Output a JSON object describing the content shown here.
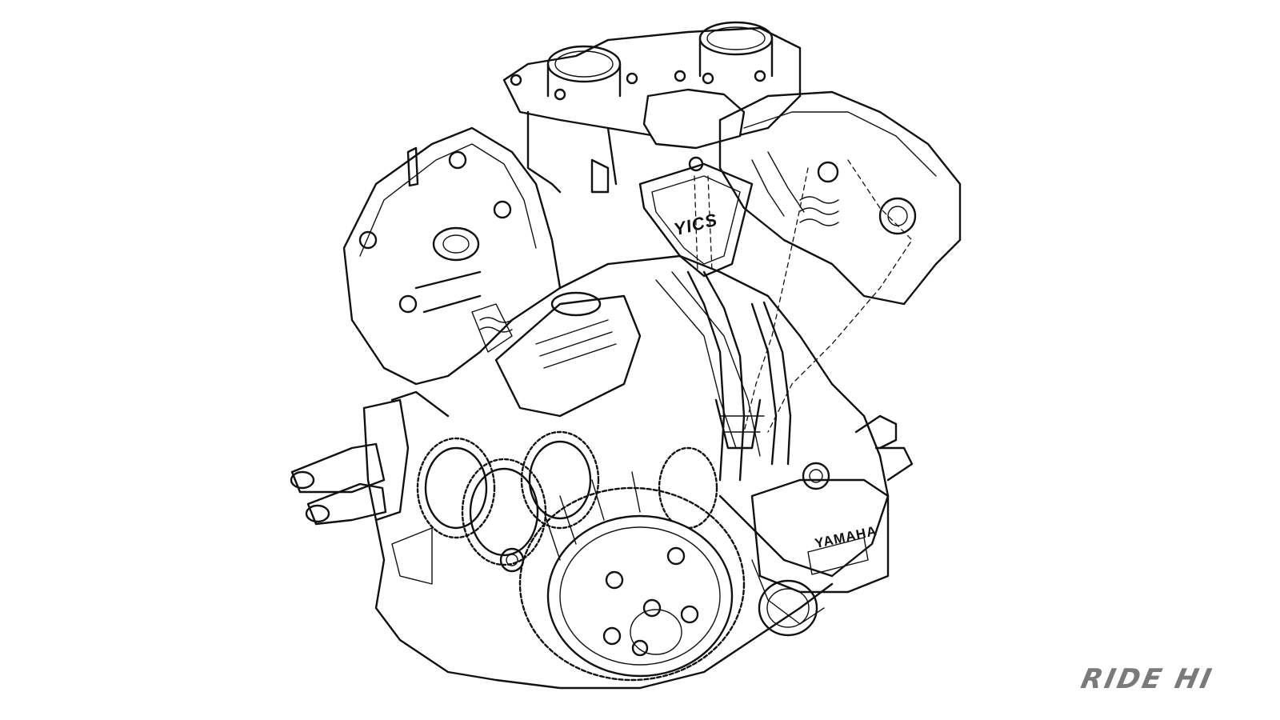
{
  "figure": {
    "subject": "Yamaha V-twin engine cutaway line illustration",
    "labels": {
      "intake_cover": "YICS",
      "crankcase_badge": "YAMAHA"
    }
  },
  "watermark": {
    "text": "RIDE HI",
    "color": "#7a7a7a"
  },
  "colors": {
    "background": "#ffffff",
    "line": "#111111"
  }
}
